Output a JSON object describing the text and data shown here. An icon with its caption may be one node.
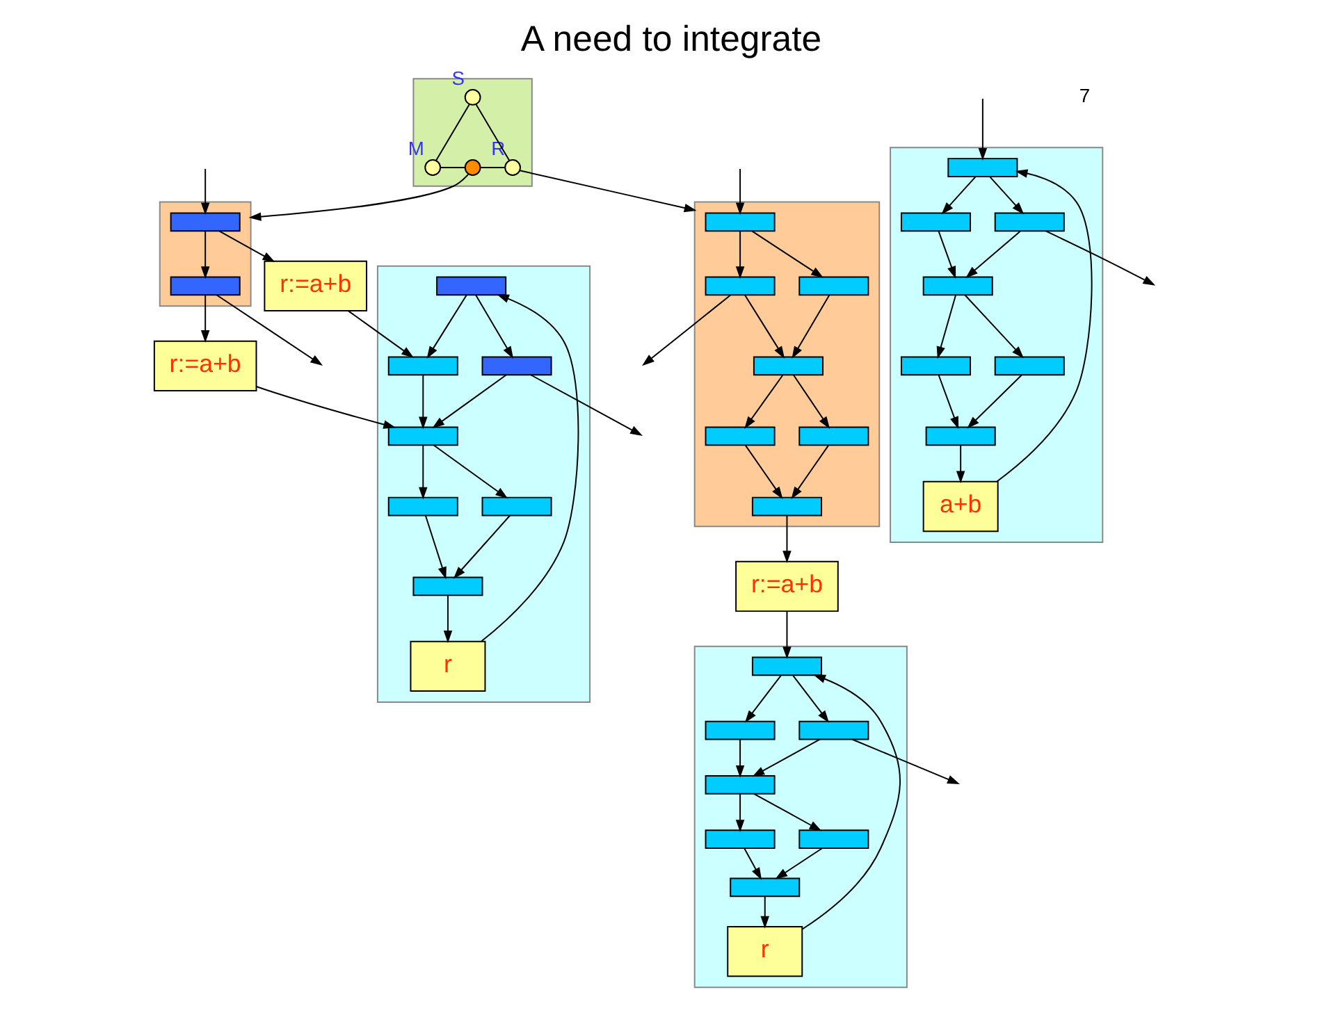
{
  "diagram": {
    "title": "A need to integrate",
    "nodes": [
      {
        "text": [],
        "shape": "box"
      },
      {
        "text": [],
        "shape": "circle",
        "beside": [
          "S"
        ],
        "in": 0
      },
      {
        "text": [],
        "shape": "circle",
        "beside": [
          "M"
        ],
        "in": 0
      },
      {
        "text": [],
        "shape": "circle",
        "in": 0
      },
      {
        "text": [],
        "shape": "circle",
        "beside": [
          "R"
        ],
        "in": 0
      },
      {
        "text": [],
        "shape": "box"
      },
      {
        "text": [],
        "shape": "box",
        "in": 5
      },
      {
        "text": [],
        "shape": "box",
        "in": 5
      },
      {
        "text": [],
        "shape": "box",
        "in": 5
      },
      {
        "text": [],
        "shape": "box",
        "in": 5
      },
      {
        "text": [],
        "shape": "box",
        "in": 5
      },
      {
        "text": [],
        "shape": "box",
        "in": 5
      },
      {
        "text": [],
        "shape": "box",
        "in": 5
      },
      {
        "text": [
          "a+b"
        ],
        "in": 5
      },
      {
        "text": [],
        "shape": "box"
      },
      {
        "text": [],
        "shape": "box",
        "in": 14
      },
      {
        "text": [],
        "shape": "box",
        "in": 14
      },
      {
        "text": [],
        "shape": "box",
        "in": 14
      },
      {
        "text": [],
        "shape": "box",
        "in": 14
      },
      {
        "text": [],
        "shape": "box",
        "in": 14
      },
      {
        "text": [],
        "shape": "box",
        "in": 14
      },
      {
        "text": [],
        "shape": "box",
        "in": 14
      },
      {
        "text": [
          "r:=a+b"
        ]
      },
      {
        "text": [],
        "shape": "box"
      },
      {
        "text": [],
        "shape": "box",
        "in": 23
      },
      {
        "text": [],
        "shape": "box",
        "in": 23
      },
      {
        "text": [],
        "shape": "box",
        "in": 23
      },
      {
        "text": [],
        "shape": "box",
        "in": 23
      },
      {
        "text": [],
        "shape": "box",
        "in": 23
      },
      {
        "text": [],
        "shape": "box",
        "in": 23
      },
      {
        "text": [],
        "shape": "box",
        "in": 23
      },
      {
        "text": [
          "r"
        ],
        "in": 23
      },
      {
        "text": [],
        "shape": "box"
      },
      {
        "text": [],
        "shape": "box",
        "in": 32
      },
      {
        "text": [],
        "shape": "box",
        "in": 32
      },
      {
        "text": [
          "r:=a+b"
        ]
      },
      {
        "text": [
          "r:=a+b"
        ]
      },
      {
        "text": [],
        "shape": "box"
      },
      {
        "text": [],
        "shape": "box",
        "in": 37
      },
      {
        "text": [],
        "shape": "box",
        "in": 37
      },
      {
        "text": [],
        "shape": "box",
        "in": 37
      },
      {
        "text": [],
        "shape": "box",
        "in": 37
      },
      {
        "text": [],
        "shape": "box",
        "in": 37
      },
      {
        "text": [],
        "shape": "box",
        "in": 37
      },
      {
        "text": [],
        "shape": "box",
        "in": 37
      },
      {
        "text": [
          "r"
        ],
        "in": 37
      }
    ],
    "edges": [
      {
        "from": 1,
        "to": 2,
        "arrow": "none"
      },
      {
        "from": 1,
        "to": 4,
        "arrow": "none"
      },
      {
        "from": 2,
        "to": 3,
        "arrow": "none"
      },
      {
        "from": 3,
        "to": 4,
        "arrow": "none"
      },
      {
        "from": 4,
        "to": 14,
        "arrow": "to"
      },
      {
        "from": 3,
        "to": 32,
        "arrow": "to"
      },
      {
        "from": null,
        "to": 6,
        "arrow": "to"
      },
      {
        "from": 6,
        "to": 7,
        "arrow": "to"
      },
      {
        "from": 6,
        "to": 8,
        "arrow": "to"
      },
      {
        "from": 7,
        "to": 9,
        "arrow": "to"
      },
      {
        "from": 8,
        "to": 9,
        "arrow": "to"
      },
      {
        "from": 8,
        "to": null,
        "arrow": "to"
      },
      {
        "from": 9,
        "to": 10,
        "arrow": "to"
      },
      {
        "from": 9,
        "to": 11,
        "arrow": "to"
      },
      {
        "from": 10,
        "to": 12,
        "arrow": "to"
      },
      {
        "from": 11,
        "to": 12,
        "arrow": "to"
      },
      {
        "from": 12,
        "to": 13,
        "arrow": "to"
      },
      {
        "from": 13,
        "to": 6,
        "arrow": "to"
      },
      {
        "from": null,
        "to": 15,
        "arrow": "to"
      },
      {
        "from": 15,
        "to": 16,
        "arrow": "to"
      },
      {
        "from": 15,
        "to": 17,
        "arrow": "to"
      },
      {
        "from": 16,
        "to": 18,
        "arrow": "to"
      },
      {
        "from": 17,
        "to": 18,
        "arrow": "to"
      },
      {
        "from": 17,
        "to": null,
        "arrow": "to"
      },
      {
        "from": 18,
        "to": 19,
        "arrow": "to"
      },
      {
        "from": 18,
        "to": 20,
        "arrow": "to"
      },
      {
        "from": 19,
        "to": 21,
        "arrow": "to"
      },
      {
        "from": 20,
        "to": 21,
        "arrow": "to"
      },
      {
        "from": 21,
        "to": 22,
        "arrow": "to"
      },
      {
        "from": 22,
        "to": 24,
        "arrow": "to"
      },
      {
        "from": 24,
        "to": 25,
        "arrow": "to"
      },
      {
        "from": 24,
        "to": 26,
        "arrow": "to"
      },
      {
        "from": 25,
        "to": 27,
        "arrow": "to"
      },
      {
        "from": 26,
        "to": 27,
        "arrow": "to"
      },
      {
        "from": 26,
        "to": null,
        "arrow": "to"
      },
      {
        "from": 27,
        "to": 28,
        "arrow": "to"
      },
      {
        "from": 27,
        "to": 29,
        "arrow": "to"
      },
      {
        "from": 28,
        "to": 30,
        "arrow": "to"
      },
      {
        "from": 29,
        "to": 30,
        "arrow": "to"
      },
      {
        "from": 30,
        "to": 31,
        "arrow": "to"
      },
      {
        "from": 31,
        "to": 24,
        "arrow": "to"
      },
      {
        "from": null,
        "to": 33,
        "arrow": "to"
      },
      {
        "from": 33,
        "to": 34,
        "arrow": "to"
      },
      {
        "from": 33,
        "to": 35,
        "arrow": "to"
      },
      {
        "from": 34,
        "to": 36,
        "arrow": "to"
      },
      {
        "from": 34,
        "to": null,
        "arrow": "to"
      },
      {
        "from": 38,
        "to": 39,
        "arrow": "to"
      },
      {
        "from": 38,
        "to": 40,
        "arrow": "to"
      },
      {
        "from": 35,
        "to": 39,
        "arrow": "to"
      },
      {
        "from": 39,
        "to": 41,
        "arrow": "to"
      },
      {
        "from": 40,
        "to": 41,
        "arrow": "to"
      },
      {
        "from": 40,
        "to": null,
        "arrow": "to"
      },
      {
        "from": 36,
        "to": 41,
        "arrow": "to"
      },
      {
        "from": 41,
        "to": 42,
        "arrow": "to"
      },
      {
        "from": 41,
        "to": 43,
        "arrow": "to"
      },
      {
        "from": 42,
        "to": 44,
        "arrow": "to"
      },
      {
        "from": 43,
        "to": 44,
        "arrow": "to"
      },
      {
        "from": 44,
        "to": 45,
        "arrow": "to"
      },
      {
        "from": 45,
        "to": 38,
        "arrow": "to"
      }
    ],
    "labels": [
      "7"
    ]
  }
}
